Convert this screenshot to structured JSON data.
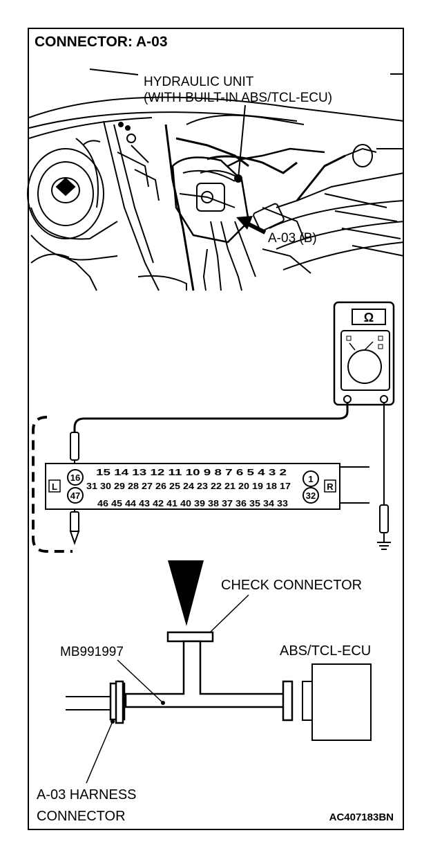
{
  "title": "CONNECTOR: A-03",
  "callouts": {
    "hydraulic_unit_line1": "HYDRAULIC UNIT",
    "hydraulic_unit_line2": "(WITH BUILT-IN ABS/TCL-ECU)",
    "connector_b": "A-03 (B)",
    "check_connector": "CHECK CONNECTOR",
    "adapter": "MB991997",
    "ecu": "ABS/TCL-ECU",
    "harness_line1": "A-03 HARNESS",
    "harness_line2": "CONNECTOR"
  },
  "meter": {
    "symbol": "Ω"
  },
  "connector_face": {
    "left_mark": "L",
    "right_mark": "R",
    "probe_pins": [
      "16",
      "47"
    ],
    "row_top": "15 14 13 12 11 10 9 8 7 6 5 4 3 2",
    "row_middle": "31 30 29 28 27 26 25 24 23 22 21 20 19 18 17",
    "row_bottom": "46 45 44 43 42 41 40 39 38 37 36 35 34 33",
    "right_pins": [
      "1",
      "32"
    ]
  },
  "figure_code": "AC407183BN"
}
